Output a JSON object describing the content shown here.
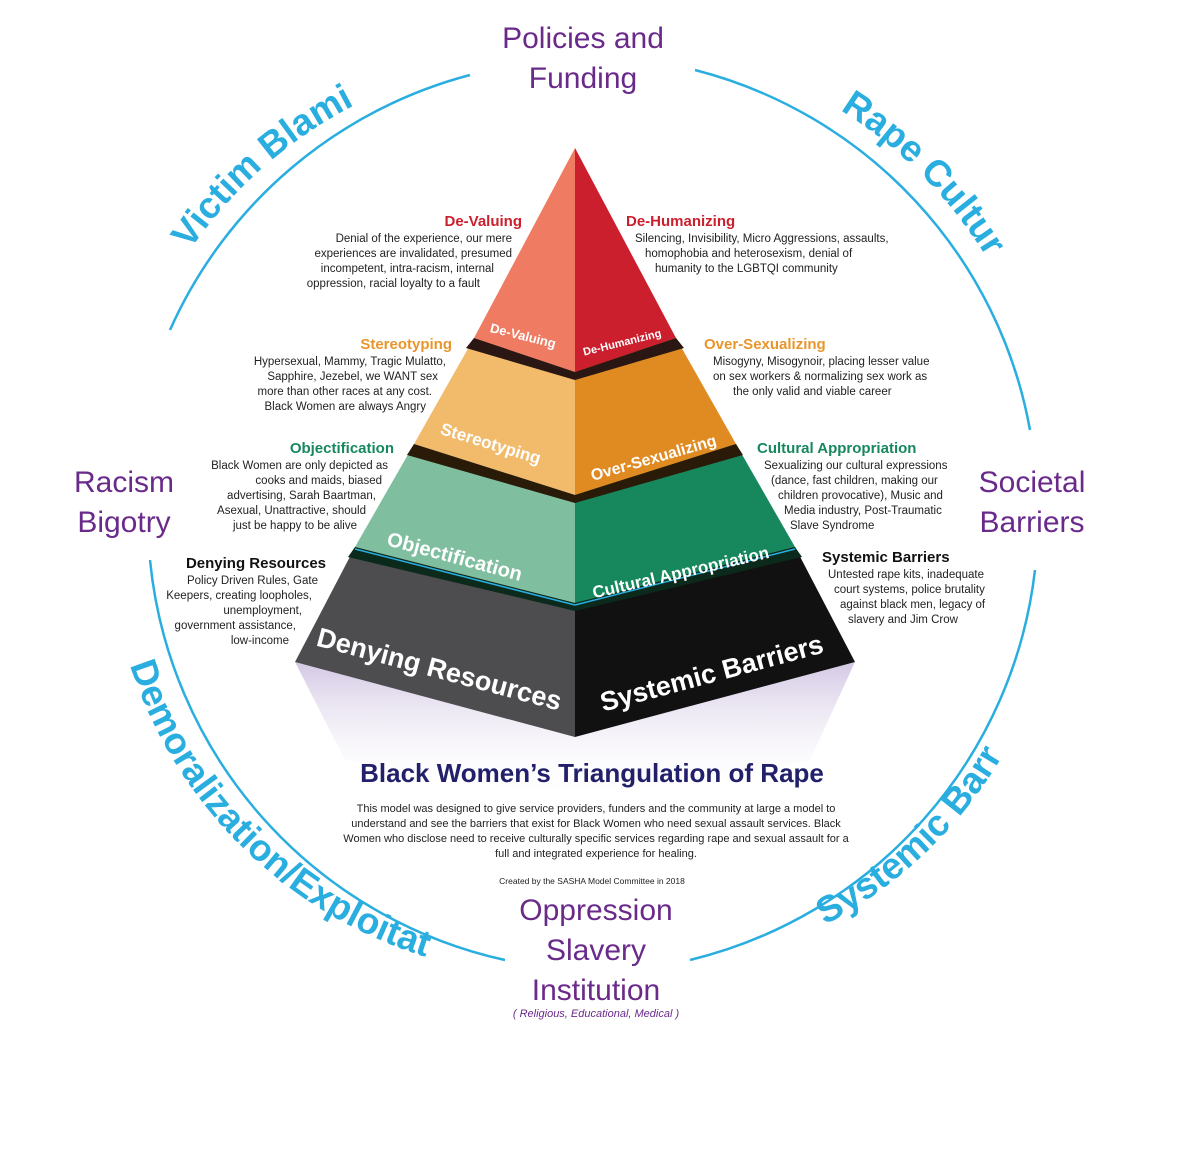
{
  "ring": {
    "top": [
      "Policies and",
      "Funding"
    ],
    "left": [
      "Racism",
      "Bigotry"
    ],
    "right": [
      "Societal",
      "Barriers"
    ],
    "bottom": [
      "Oppression",
      "Slavery",
      "Institution"
    ],
    "bottom_note": "( Religious, Educational, Medical )"
  },
  "arc_labels": {
    "victim_blaming": "Victim Blaming",
    "rape_culture": "Rape Culture",
    "demoralization": "Demoralization/Exploitation",
    "systemic_barriers": "Systemic Barriers"
  },
  "tiers": {
    "devaluing": {
      "heading": "De-Valuing",
      "face": "De-Valuing",
      "desc": [
        "Denial of the experience, our mere",
        "experiences are invalidated, presumed",
        "incompetent, intra-racism, internal",
        "oppression, racial loyalty to a fault"
      ]
    },
    "dehumanizing": {
      "heading": "De-Humanizing",
      "face": "De-Humanizing",
      "desc": [
        "Silencing, Invisibility, Micro Aggressions, assaults,",
        "homophobia and heterosexism, denial of",
        "humanity to the LGBTQI community"
      ]
    },
    "stereotyping": {
      "heading": "Stereotyping",
      "face": "Stereotyping",
      "desc": [
        "Hypersexual, Mammy, Tragic Mulatto,",
        "Sapphire, Jezebel, we WANT sex",
        "more than other races at any cost.",
        "Black Women are always Angry"
      ]
    },
    "oversexualizing": {
      "heading": "Over-Sexualizing",
      "face": "Over-Sexualizing",
      "desc": [
        "Misogyny, Misogynoir, placing lesser value",
        "on sex workers & normalizing sex work as",
        "the only valid and viable career"
      ]
    },
    "objectification": {
      "heading": "Objectification",
      "face": "Objectification",
      "desc": [
        "Black Women are only depicted as",
        "cooks and maids, biased",
        "advertising, Sarah Baartman,",
        "Asexual, Unattractive, should",
        "just be happy to be alive"
      ]
    },
    "cultural": {
      "heading": "Cultural Appropriation",
      "face": "Cultural Appropriation",
      "desc": [
        "Sexualizing our cultural expressions",
        "(dance, fast children, making our",
        "children provocative), Music and",
        "Media industry, Post-Traumatic",
        "Slave Syndrome"
      ]
    },
    "denying": {
      "heading": "Denying Resources",
      "face": "Denying Resources",
      "desc": [
        "Policy Driven Rules, Gate",
        "Keepers, creating loopholes,",
        "unemployment,",
        "government assistance,",
        "low-income"
      ]
    },
    "systemic": {
      "heading": "Systemic Barriers",
      "face": "Systemic Barriers",
      "desc": [
        "Untested rape kits, inadequate",
        "court systems, police brutality",
        "against black men, legacy of",
        "slavery and Jim Crow"
      ]
    }
  },
  "title": "Black Women’s Triangulation of Rape",
  "blurb": [
    "This model was designed to give service providers, funders and the community at large a model to",
    "understand and see the barriers that exist for Black Women who need sexual assault services. Black",
    "Women who disclose need to receive culturally specific services regarding rape and sexual assault for a",
    "full and integrated experience for healing."
  ],
  "credit": "Created by the SASHA Model Committee in 2018",
  "colors": {
    "ring": "#2aaee0",
    "purple": "#6a2a8a",
    "red_light": "#ee7b62",
    "red_dark": "#cc1f2d",
    "orange_light": "#f2bb6c",
    "orange_dark": "#e08a22",
    "green_light": "#7fbf9f",
    "green_dark": "#17885e",
    "gray_light": "#4d4d50",
    "gray_dark": "#111111",
    "title": "#22206a"
  }
}
